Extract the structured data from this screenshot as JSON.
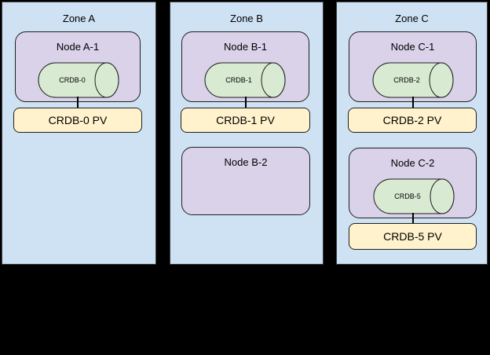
{
  "colors": {
    "canvas_bg": "#000000",
    "zone_fill": "#cfe2f3",
    "node_fill": "#d9d2e9",
    "db_fill": "#d9ead3",
    "pv_fill": "#fff2cc",
    "border": "#1f1f1f"
  },
  "zones": [
    {
      "label": "Zone A",
      "nodes": [
        {
          "label": "Node A-1",
          "db": "CRDB-0",
          "pv": "CRDB-0 PV"
        }
      ]
    },
    {
      "label": "Zone B",
      "nodes": [
        {
          "label": "Node B-1",
          "db": "CRDB-1",
          "pv": "CRDB-1 PV"
        },
        {
          "label": "Node B-2"
        }
      ]
    },
    {
      "label": "Zone C",
      "nodes": [
        {
          "label": "Node C-1",
          "db": "CRDB-2",
          "pv": "CRDB-2 PV"
        },
        {
          "label": "Node C-2",
          "db": "CRDB-5",
          "pv": "CRDB-5 PV"
        }
      ]
    }
  ]
}
